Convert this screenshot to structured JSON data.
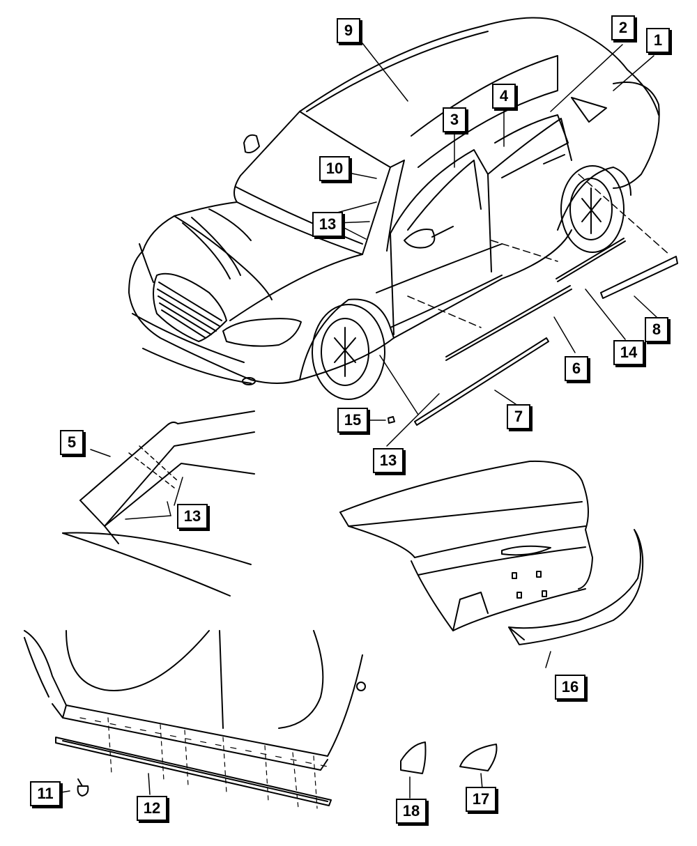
{
  "diagram": {
    "callouts": [
      {
        "id": "c1",
        "label": "1"
      },
      {
        "id": "c2",
        "label": "2"
      },
      {
        "id": "c3",
        "label": "3"
      },
      {
        "id": "c4",
        "label": "4"
      },
      {
        "id": "c5",
        "label": "5"
      },
      {
        "id": "c6",
        "label": "6"
      },
      {
        "id": "c7",
        "label": "7"
      },
      {
        "id": "c8",
        "label": "8"
      },
      {
        "id": "c9",
        "label": "9"
      },
      {
        "id": "c10",
        "label": "10"
      },
      {
        "id": "c11",
        "label": "11"
      },
      {
        "id": "c12",
        "label": "12"
      },
      {
        "id": "c13a",
        "label": "13"
      },
      {
        "id": "c13b",
        "label": "13"
      },
      {
        "id": "c13c",
        "label": "13"
      },
      {
        "id": "c14",
        "label": "14"
      },
      {
        "id": "c15",
        "label": "15"
      },
      {
        "id": "c16",
        "label": "16"
      },
      {
        "id": "c17",
        "label": "17"
      },
      {
        "id": "c18",
        "label": "18"
      }
    ]
  }
}
